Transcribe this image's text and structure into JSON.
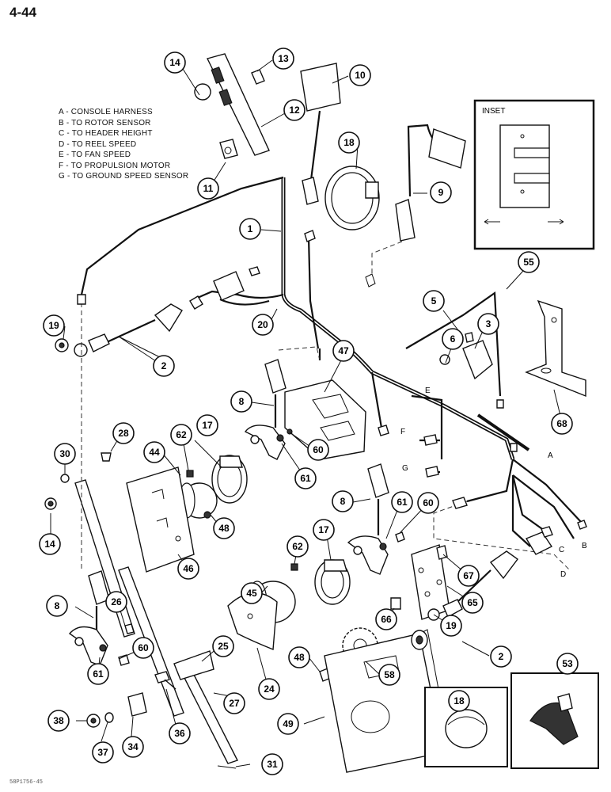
{
  "page_number": "4-44",
  "footer_code": "58P1756-45",
  "legend": [
    "A - CONSOLE HARNESS",
    "B - TO ROTOR SENSOR",
    "C - TO HEADER HEIGHT",
    "D - TO REEL SPEED",
    "E - TO FAN SPEED",
    "F - TO PROPULSION MOTOR",
    "G - TO GROUND SPEED SENSOR"
  ],
  "inset_label": "INSET",
  "wire_labels": {
    "a": "A",
    "b": "B",
    "c": "C",
    "d": "D",
    "e": "E",
    "f": "F",
    "g": "G"
  },
  "callouts": {
    "c1": "1",
    "c2a": "2",
    "c2b": "2",
    "c3": "3",
    "c5": "5",
    "c6": "6",
    "c8a": "8",
    "c8b": "8",
    "c8c": "8",
    "c9": "9",
    "c10": "10",
    "c11": "11",
    "c12": "12",
    "c13": "13",
    "c14a": "14",
    "c14b": "14",
    "c17a": "17",
    "c17b": "17",
    "c18a": "18",
    "c18b": "18",
    "c19a": "19",
    "c19b": "19",
    "c20": "20",
    "c24": "24",
    "c25": "25",
    "c26": "26",
    "c27": "27",
    "c28": "28",
    "c30": "30",
    "c31": "31",
    "c34": "34",
    "c36": "36",
    "c37": "37",
    "c38": "38",
    "c44": "44",
    "c45": "45",
    "c46": "46",
    "c47": "47",
    "c48a": "48",
    "c48b": "48",
    "c49": "49",
    "c53": "53",
    "c55": "55",
    "c58": "58",
    "c60a": "60",
    "c60b": "60",
    "c60c": "60",
    "c61a": "61",
    "c61b": "61",
    "c61c": "61",
    "c62a": "62",
    "c62b": "62",
    "c65": "65",
    "c66": "66",
    "c67": "67",
    "c68": "68"
  }
}
